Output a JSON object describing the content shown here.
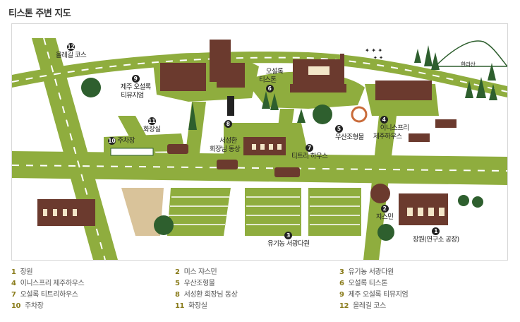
{
  "title": "티스톤 주변 지도",
  "map_labels": [
    {
      "num": "12",
      "text": "올레길 코스"
    },
    {
      "num": "9",
      "text": "제주 오설록\n티뮤지엄"
    },
    {
      "num": "6",
      "text": "오설록\n티스톤"
    },
    {
      "num": "",
      "text": "한라산"
    },
    {
      "num": "11",
      "text": "화장실"
    },
    {
      "num": "8",
      "text": "서성환\n회장님 동상"
    },
    {
      "num": "4",
      "text": "이니스프리\n제주하우스"
    },
    {
      "num": "5",
      "text": "우산조형물"
    },
    {
      "num": "10",
      "text": "주차장"
    },
    {
      "num": "7",
      "text": "티트리 하우스"
    },
    {
      "num": "2",
      "text": "쟈스민"
    },
    {
      "num": "1",
      "text": "장원(연구소 공장)"
    },
    {
      "num": "3",
      "text": "유기농 서광다원"
    }
  ],
  "legend": [
    {
      "num": "1",
      "text": "장원"
    },
    {
      "num": "2",
      "text": "미스 쟈스민"
    },
    {
      "num": "3",
      "text": "유기농 서광다원"
    },
    {
      "num": "4",
      "text": "이니스프리 제주하우스"
    },
    {
      "num": "5",
      "text": "우산조형물"
    },
    {
      "num": "6",
      "text": "오설록 티스톤"
    },
    {
      "num": "7",
      "text": "오설록 티트리하우스"
    },
    {
      "num": "8",
      "text": "서성환 회장님 동상"
    },
    {
      "num": "9",
      "text": "제주 오설록 티뮤지엄"
    },
    {
      "num": "10",
      "text": "주차장"
    },
    {
      "num": "11",
      "text": "화장실"
    },
    {
      "num": "12",
      "text": "올레길 코스"
    }
  ],
  "colors": {
    "green": "#8fad3e",
    "dark_green": "#2e5f2e",
    "brown": "#6b3a2e",
    "road": "#ffffff",
    "legend_number": "#8a7c1c"
  }
}
